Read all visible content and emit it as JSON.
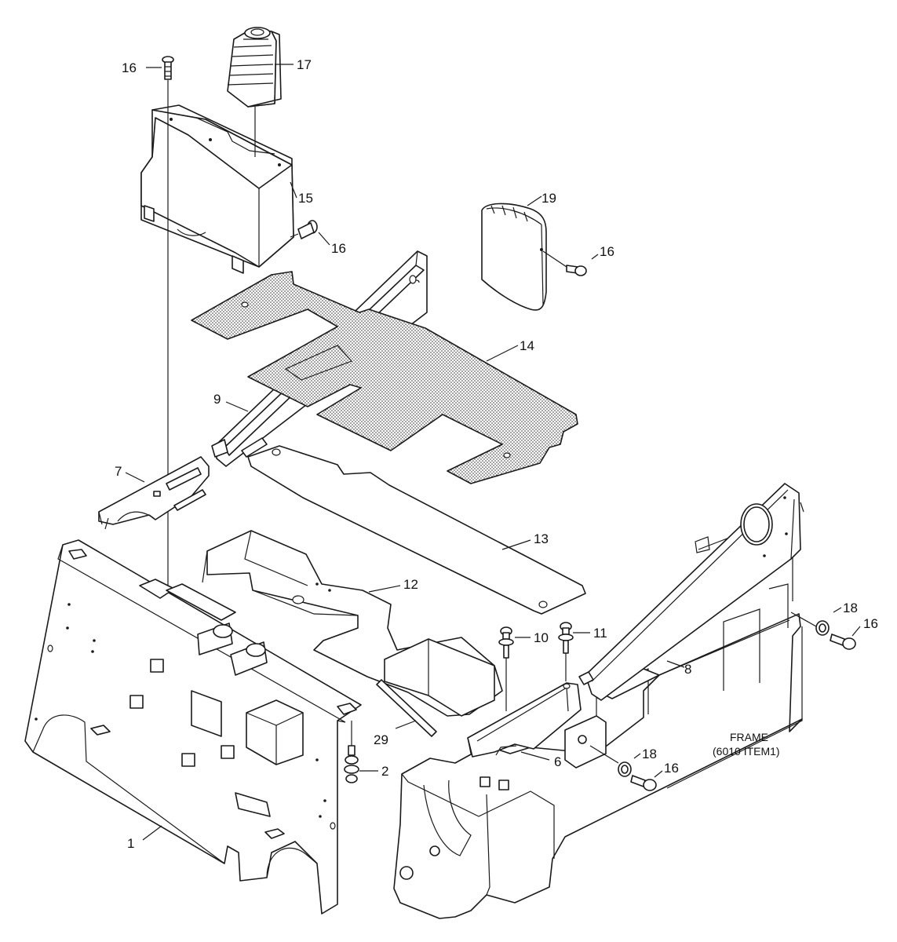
{
  "callouts": {
    "c1": "1",
    "c2": "2",
    "c6": "6",
    "c7": "7",
    "c8": "8",
    "c9": "9",
    "c10": "10",
    "c11": "11",
    "c12": "12",
    "c13": "13",
    "c14": "14",
    "c15": "15",
    "c16_top": "16",
    "c16_mid": "16",
    "c16_right_top": "16",
    "c16_right_mid": "16",
    "c16_right_low": "16",
    "c17": "17",
    "c18_upper": "18",
    "c18_lower": "18",
    "c19": "19",
    "c29": "29"
  },
  "frame_note": {
    "line1": "FRAME",
    "line2": "(6010 ITEM1)"
  }
}
